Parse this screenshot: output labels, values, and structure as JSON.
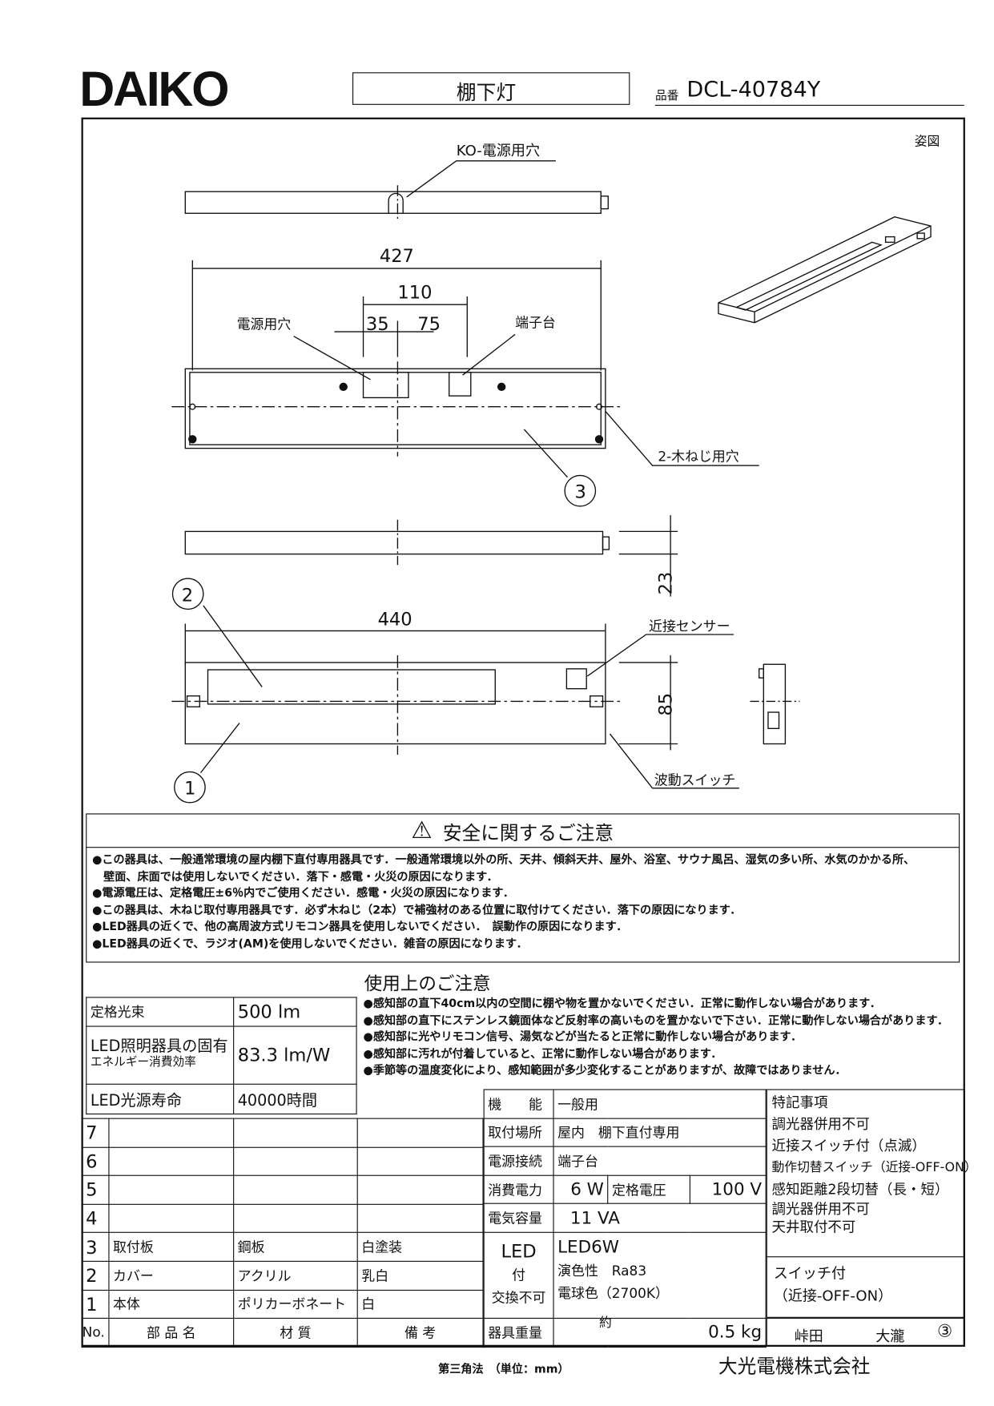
{
  "header": {
    "logo": "DAIKO",
    "title": "棚下灯",
    "part_no_label": "品番",
    "part_no": "DCL-40784Y"
  },
  "drawing": {
    "view_label": "姿図",
    "ko_label": "KO-電源用穴",
    "dim_427": "427",
    "dim_110": "110",
    "dim_35": "35",
    "dim_75": "75",
    "power_hole": "電源用穴",
    "terminal": "端子台",
    "screw_holes": "2-木ねじ用穴",
    "dim_23": "23",
    "dim_440": "440",
    "dim_85": "85",
    "sensor": "近接センサー",
    "switch": "波動スイッチ",
    "callouts": [
      "1",
      "2",
      "3"
    ]
  },
  "safety": {
    "title": "安全に関するご注意",
    "items": [
      "●この器具は、一般通常環境の屋内棚下直付専用器具です．一般通常環境以外の所、天井、傾斜天井、屋外、浴室、サウナ風呂、湿気の多い所、水気のかかる所、",
      "　壁面、床面では使用しないでください．落下・感電・火災の原因になります．",
      "●電源電圧は、定格電圧±6％内でご使用ください．感電・火災の原因になります．",
      "●この器具は、木ねじ取付専用器具です．必ず木ねじ（2本）で補強材のある位置に取付けてください．落下の原因になります．",
      "●LED器具の近くで、他の高周波方式リモコン器具を使用しないでください．　誤動作の原因になります．",
      "●LED器具の近くで、ラジオ(AM)を使用しないでください．雑音の原因になります．"
    ]
  },
  "usage": {
    "title": "使用上のご注意",
    "items": [
      "●感知部の直下40cm以内の空間に棚や物を置かないでください．正常に動作しない場合があります．",
      "●感知部の直下にステンレス鏡面体など反射率の高いものを置かないで下さい．正常に動作しない場合があります．",
      "●感知部に光やリモコン信号、湯気などが当たると正常に動作しない場合があります．",
      "●感知部に汚れが付着していると、正常に動作しない場合があります．",
      "●季節等の温度変化により、感知範囲が多少変化することがありますが、故障ではありません．"
    ]
  },
  "ratings": [
    {
      "label": "定格光束",
      "value": "500 lm"
    },
    {
      "label": "LED照明器具の固有",
      "label2": "エネルギー消費効率",
      "value": "83.3 lm/W"
    },
    {
      "label": "LED光源寿命",
      "value": "40000時間"
    }
  ],
  "parts": {
    "header": [
      "No.",
      "部 品 名",
      "材 質",
      "備 考"
    ],
    "rows": [
      {
        "no": "7",
        "name": "",
        "material": "",
        "note": ""
      },
      {
        "no": "6",
        "name": "",
        "material": "",
        "note": ""
      },
      {
        "no": "5",
        "name": "",
        "material": "",
        "note": ""
      },
      {
        "no": "4",
        "name": "",
        "material": "",
        "note": ""
      },
      {
        "no": "3",
        "name": "取付板",
        "material": "鋼板",
        "note": "白塗装"
      },
      {
        "no": "2",
        "name": "カバー",
        "material": "アクリル",
        "note": "乳白"
      },
      {
        "no": "1",
        "name": "本体",
        "material": "ポリカーボネート",
        "note": "白"
      }
    ]
  },
  "spec": {
    "function_label": "機　　能",
    "function": "一般用",
    "mount_label": "取付場所",
    "mount": "屋内　棚下直付専用",
    "conn_label": "電源接続",
    "conn": "端子台",
    "power_label": "消費電力",
    "power": "6 W",
    "voltage_label": "定格電圧",
    "voltage": "100 V",
    "capacity_label": "電気容量",
    "capacity": "11 VA",
    "led_label1": "LED",
    "led_label2": "付",
    "led_label3": "交換不可",
    "led1": "LED6W",
    "led2": "演色性　Ra83",
    "led3": "電球色（2700K）",
    "weight_label": "器具重量",
    "weight_prefix": "約",
    "weight": "0.5 kg"
  },
  "notes": {
    "title": "特記事項",
    "items": [
      "調光器併用不可",
      "近接スイッチ付（点滅）",
      "動作切替スイッチ（近接-OFF-ON）",
      "感知距離2段切替（長・短）",
      "調光器併用不可",
      "天井取付不可"
    ],
    "switch1": "スイッチ付",
    "switch2": "（近接-OFF-ON）"
  },
  "signoff": {
    "name1": "峠田",
    "name2": "大瀧",
    "rev": "③"
  },
  "footer": {
    "projection": "第三角法　（単位：mm）",
    "company": "大光電機株式会社"
  }
}
